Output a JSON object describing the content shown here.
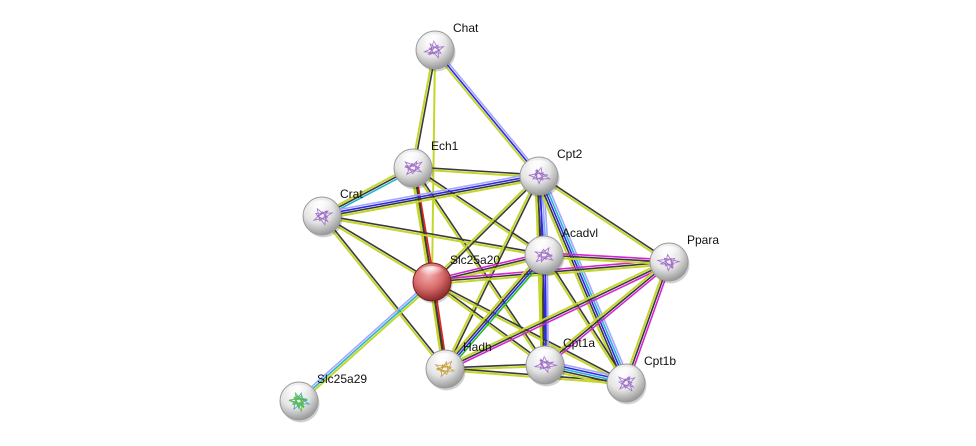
{
  "nodes": [
    {
      "id": "Chat",
      "label": "Chat",
      "query": false
    },
    {
      "id": "Ech1",
      "label": "Ech1",
      "query": false
    },
    {
      "id": "Cpt2",
      "label": "Cpt2",
      "query": false
    },
    {
      "id": "Crat",
      "label": "Crat",
      "query": false
    },
    {
      "id": "Acadvl",
      "label": "Acadvl",
      "query": false
    },
    {
      "id": "Ppara",
      "label": "Ppara",
      "query": false
    },
    {
      "id": "Slc25a20",
      "label": "Slc25a20",
      "query": true
    },
    {
      "id": "Hadh",
      "label": "Hadh",
      "query": false
    },
    {
      "id": "Cpt1a",
      "label": "Cpt1a",
      "query": false
    },
    {
      "id": "Cpt1b",
      "label": "Cpt1b",
      "query": false
    },
    {
      "id": "Slc25a29",
      "label": "Slc25a29",
      "query": false
    }
  ],
  "colors": {
    "black": "#3a3a3a",
    "textmining": "#c4d62a",
    "blue": "#2a2ae8",
    "lightblue": "#a6a6ff",
    "cyan": "#27b4d0",
    "magenta": "#d424d4",
    "red": "#e82020",
    "green": "#20c020",
    "query_node": "#d96a6a",
    "node": "#e8e8e8"
  },
  "edges": [
    {
      "a": "Chat",
      "b": "Ech1",
      "ev": [
        "black",
        "textmining"
      ]
    },
    {
      "a": "Chat",
      "b": "Slc25a20",
      "ev": [
        "textmining"
      ]
    },
    {
      "a": "Chat",
      "b": "Cpt2",
      "ev": [
        "lightblue",
        "blue",
        "textmining"
      ]
    },
    {
      "a": "Ech1",
      "b": "Crat",
      "ev": [
        "cyan",
        "black",
        "textmining"
      ]
    },
    {
      "a": "Ech1",
      "b": "Cpt2",
      "ev": [
        "black",
        "textmining"
      ]
    },
    {
      "a": "Ech1",
      "b": "Slc25a20",
      "ev": [
        "red",
        "black",
        "textmining"
      ]
    },
    {
      "a": "Ech1",
      "b": "Acadvl",
      "ev": [
        "black",
        "textmining"
      ]
    },
    {
      "a": "Ech1",
      "b": "Hadh",
      "ev": [
        "black",
        "textmining"
      ]
    },
    {
      "a": "Ech1",
      "b": "Cpt1a",
      "ev": [
        "black",
        "textmining"
      ]
    },
    {
      "a": "Crat",
      "b": "Cpt2",
      "ev": [
        "lightblue",
        "blue",
        "black",
        "textmining"
      ]
    },
    {
      "a": "Crat",
      "b": "Acadvl",
      "ev": [
        "black",
        "textmining"
      ]
    },
    {
      "a": "Crat",
      "b": "Slc25a20",
      "ev": [
        "black",
        "textmining"
      ]
    },
    {
      "a": "Crat",
      "b": "Hadh",
      "ev": [
        "black",
        "textmining"
      ]
    },
    {
      "a": "Slc25a29",
      "b": "Slc25a20",
      "ev": [
        "lightblue",
        "cyan",
        "textmining"
      ]
    },
    {
      "a": "Cpt2",
      "b": "Slc25a20",
      "ev": [
        "black",
        "textmining"
      ]
    },
    {
      "a": "Cpt2",
      "b": "Acadvl",
      "ev": [
        "lightblue",
        "cyan",
        "blue",
        "black",
        "textmining"
      ]
    },
    {
      "a": "Cpt2",
      "b": "Ppara",
      "ev": [
        "black",
        "textmining"
      ]
    },
    {
      "a": "Cpt2",
      "b": "Hadh",
      "ev": [
        "black",
        "textmining"
      ]
    },
    {
      "a": "Cpt2",
      "b": "Cpt1a",
      "ev": [
        "lightblue",
        "blue",
        "black",
        "textmining"
      ]
    },
    {
      "a": "Cpt2",
      "b": "Cpt1b",
      "ev": [
        "lightblue",
        "cyan",
        "blue",
        "black",
        "textmining"
      ]
    },
    {
      "a": "Slc25a20",
      "b": "Acadvl",
      "ev": [
        "magenta",
        "black",
        "textmining"
      ]
    },
    {
      "a": "Slc25a20",
      "b": "Ppara",
      "ev": [
        "magenta",
        "black",
        "textmining"
      ]
    },
    {
      "a": "Slc25a20",
      "b": "Hadh",
      "ev": [
        "red",
        "black",
        "textmining"
      ]
    },
    {
      "a": "Slc25a20",
      "b": "Cpt1a",
      "ev": [
        "black",
        "textmining"
      ]
    },
    {
      "a": "Slc25a20",
      "b": "Cpt1b",
      "ev": [
        "black",
        "textmining"
      ]
    },
    {
      "a": "Acadvl",
      "b": "Ppara",
      "ev": [
        "magenta",
        "black",
        "textmining"
      ]
    },
    {
      "a": "Acadvl",
      "b": "Hadh",
      "ev": [
        "green",
        "blue",
        "black",
        "textmining"
      ]
    },
    {
      "a": "Acadvl",
      "b": "Cpt1a",
      "ev": [
        "lightblue",
        "blue",
        "black",
        "textmining"
      ]
    },
    {
      "a": "Acadvl",
      "b": "Cpt1b",
      "ev": [
        "black",
        "textmining"
      ]
    },
    {
      "a": "Ppara",
      "b": "Hadh",
      "ev": [
        "magenta",
        "black",
        "textmining"
      ]
    },
    {
      "a": "Ppara",
      "b": "Cpt1a",
      "ev": [
        "magenta",
        "black",
        "textmining"
      ]
    },
    {
      "a": "Ppara",
      "b": "Cpt1b",
      "ev": [
        "magenta",
        "black",
        "textmining"
      ]
    },
    {
      "a": "Hadh",
      "b": "Cpt1a",
      "ev": [
        "black",
        "textmining"
      ]
    },
    {
      "a": "Hadh",
      "b": "Cpt1b",
      "ev": [
        "black",
        "textmining"
      ]
    },
    {
      "a": "Cpt1a",
      "b": "Cpt1b",
      "ev": [
        "lightblue",
        "blue",
        "cyan",
        "black",
        "textmining"
      ]
    }
  ]
}
